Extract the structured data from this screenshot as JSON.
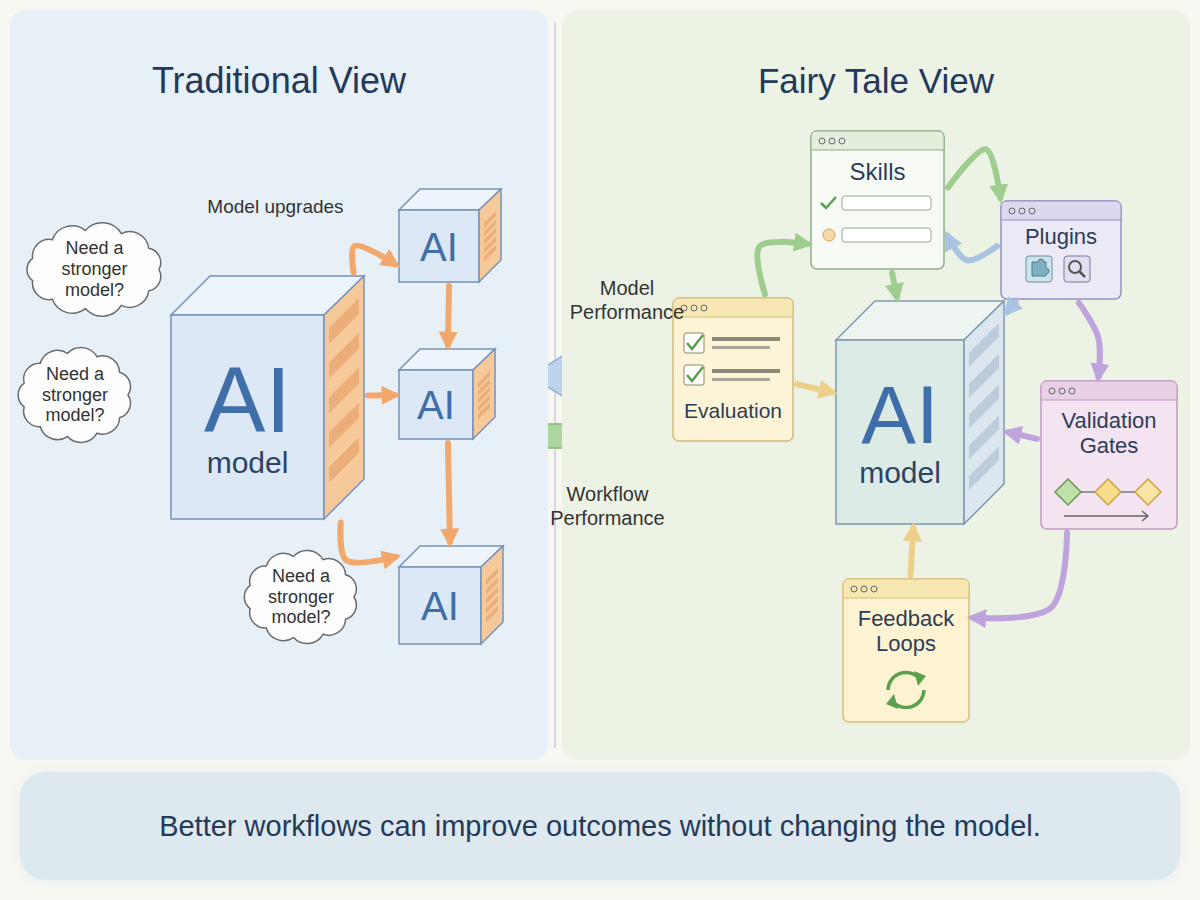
{
  "diagram": {
    "caption": "Better workflows can improve outcomes without changing the model.",
    "nodes": [
      {
        "text": [
          "Traditional View"
        ]
      },
      {
        "text": [
          "Fairy Tale View"
        ]
      },
      {
        "text": [
          "AI",
          "model"
        ],
        "in": 0
      },
      {
        "text": [
          "AI"
        ],
        "in": 0
      },
      {
        "text": [
          "AI"
        ],
        "in": 0
      },
      {
        "text": [
          "AI"
        ],
        "in": 0
      },
      {
        "text": [
          "Need a stronger model?"
        ],
        "in": 0
      },
      {
        "text": [
          "Need a stronger model?"
        ],
        "in": 0
      },
      {
        "text": [
          "Need a stronger model?"
        ],
        "in": 0
      },
      {
        "text": [
          "Skills"
        ],
        "in": 1
      },
      {
        "text": [
          "Plugins"
        ],
        "in": 1
      },
      {
        "text": [
          "Evaluation"
        ],
        "in": 1
      },
      {
        "text": [
          "AI",
          "model"
        ],
        "in": 1
      },
      {
        "text": [
          "Validation Gates"
        ],
        "in": 1
      },
      {
        "text": [
          "Feedback Loops"
        ],
        "in": 1
      }
    ],
    "edges": [
      {
        "from": 2,
        "to": 3,
        "arrow": "to",
        "label": "Model upgrades"
      },
      {
        "from": 2,
        "to": 4,
        "arrow": "to"
      },
      {
        "from": 2,
        "to": 5,
        "arrow": "to"
      },
      {
        "from": 3,
        "to": 4,
        "arrow": "to"
      },
      {
        "from": 4,
        "to": 5,
        "arrow": "to"
      },
      {
        "from": 11,
        "to": 9,
        "arrow": "to"
      },
      {
        "from": 9,
        "to": 10,
        "arrow": "to"
      },
      {
        "from": 10,
        "to": 9,
        "arrow": "to"
      },
      {
        "from": 9,
        "to": 12,
        "arrow": "to"
      },
      {
        "from": 10,
        "to": 12,
        "arrow": "to"
      },
      {
        "from": 10,
        "to": 13,
        "arrow": "to"
      },
      {
        "from": 13,
        "to": 12,
        "arrow": "to"
      },
      {
        "from": 13,
        "to": 14,
        "arrow": "to"
      },
      {
        "from": 14,
        "to": 12,
        "arrow": "to"
      },
      {
        "from": 11,
        "to": 12,
        "arrow": "to"
      }
    ],
    "labels": [
      "Model Performance",
      "Workflow Performance"
    ]
  }
}
